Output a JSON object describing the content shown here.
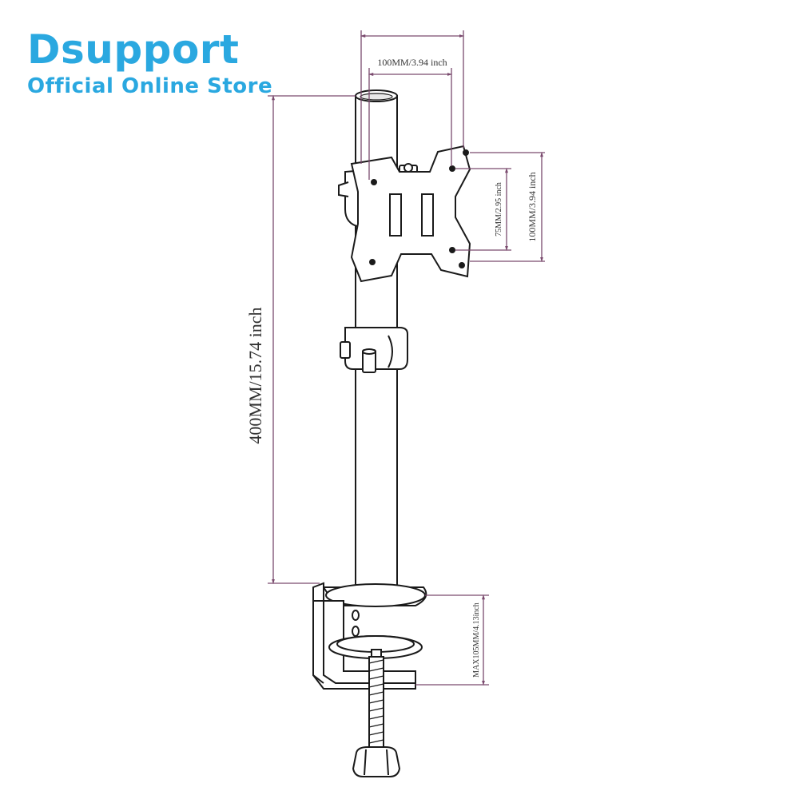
{
  "brand": {
    "name": "Dsupport",
    "tagline": "Official Online Store",
    "color": "#2aa8e0"
  },
  "dimensions": {
    "plate_width_outer": "",
    "plate_width_inner": "100MM/3.94 inch",
    "plate_height_inner": "75MM/2.95 inch",
    "plate_height_outer": "100MM/3.94 inch",
    "pole_height": "400MM/15.74 inch",
    "clamp_max": "MAX105MM/4.13inch"
  },
  "colors": {
    "dimension_line": "#7a4a6e",
    "outline": "#1a1a1a",
    "metal_fill": "#ffffff"
  }
}
